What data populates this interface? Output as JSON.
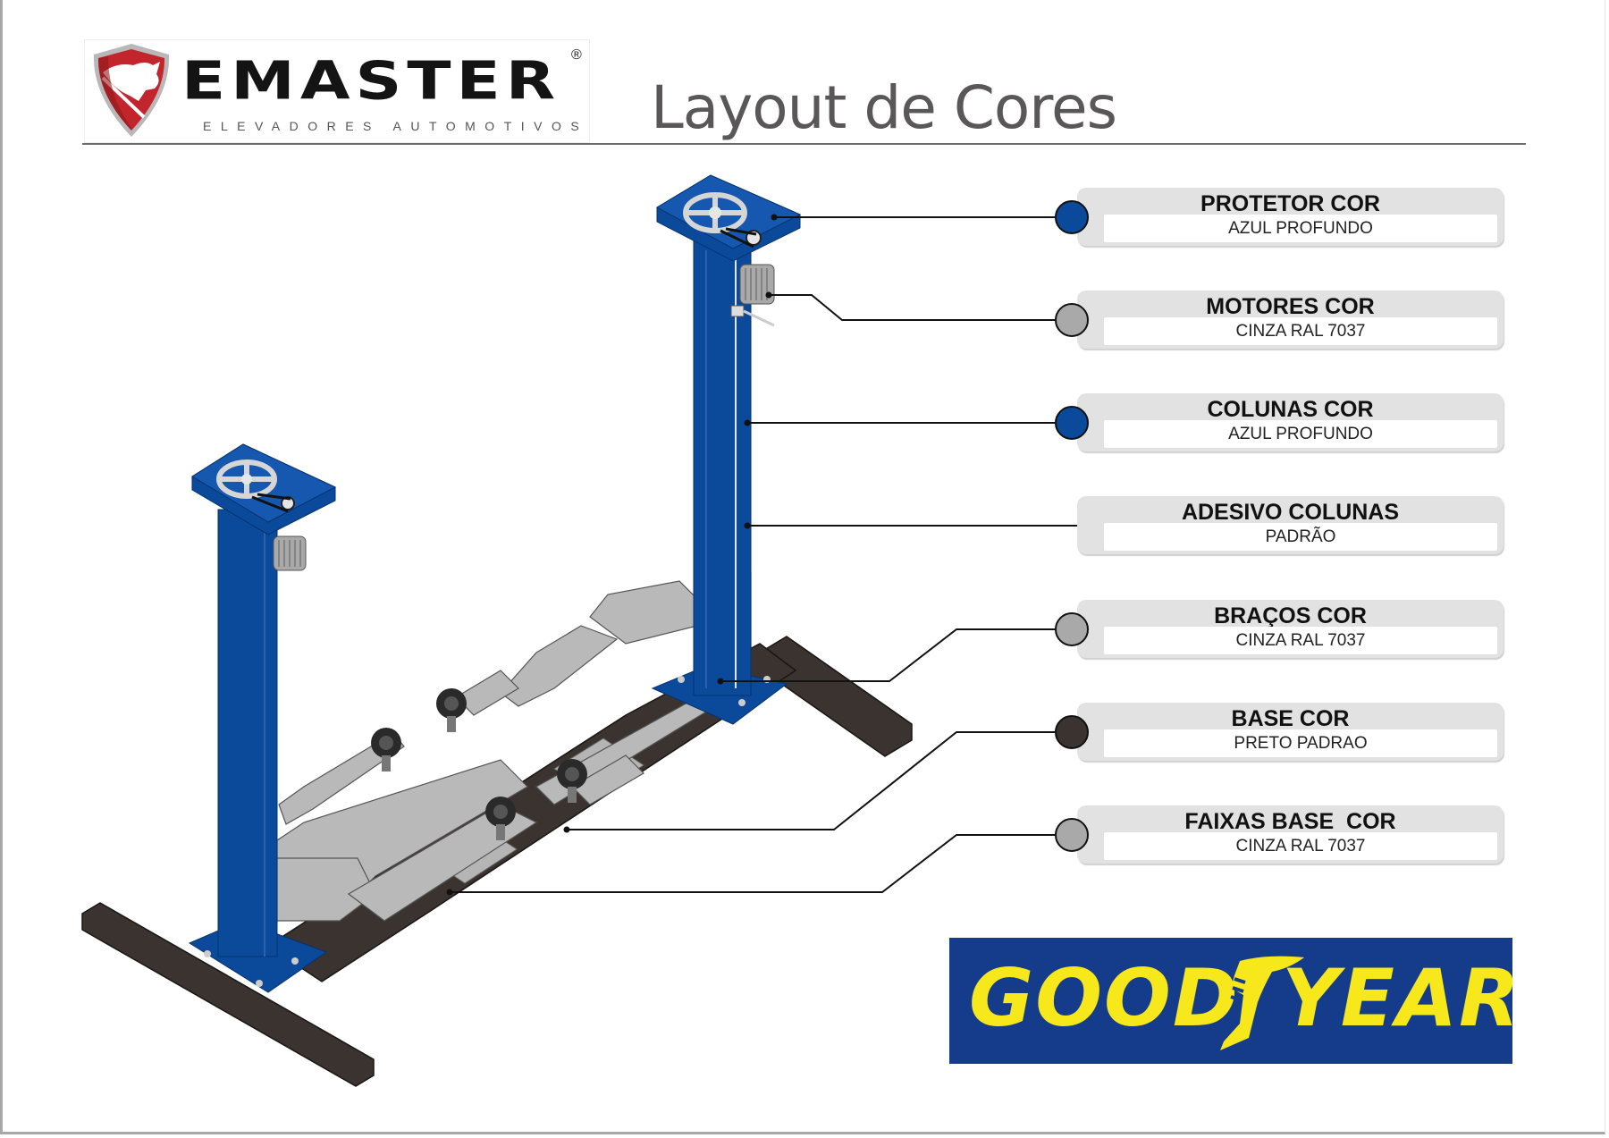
{
  "header": {
    "brand_name": "EMASTER",
    "brand_registered": "®",
    "brand_tagline": "ELEVADORES AUTOMOTIVOS",
    "title": "Layout de Cores"
  },
  "colors": {
    "azul_profundo": "#0b4a9a",
    "cinza_ral_7037": "#a9a9a9",
    "preto_padrao": "#3a3330",
    "card_bg": "#e2e2e2",
    "goodyear_blue": "#153c8a",
    "goodyear_yellow": "#f7e81c"
  },
  "legend": [
    {
      "part": "PROTETOR COR",
      "color_name": "AZUL PROFUNDO",
      "swatch": "#0b4a9a",
      "has_swatch": true
    },
    {
      "part": "MOTORES COR",
      "color_name": "CINZA RAL 7037",
      "swatch": "#a9a9a9",
      "has_swatch": true
    },
    {
      "part": "COLUNAS COR",
      "color_name": "AZUL PROFUNDO",
      "swatch": "#0b4a9a",
      "has_swatch": true
    },
    {
      "part": "ADESIVO COLUNAS",
      "color_name": "PADRÃO",
      "swatch": null,
      "has_swatch": false
    },
    {
      "part": "BRAÇOS COR",
      "color_name": "CINZA RAL 7037",
      "swatch": "#a9a9a9",
      "has_swatch": true
    },
    {
      "part": "BASE COR",
      "color_name": "PRETO PADRAO",
      "swatch": "#3a3330",
      "has_swatch": true
    },
    {
      "part": "FAIXAS BASE  COR",
      "color_name": "CINZA RAL 7037",
      "swatch": "#a9a9a9",
      "has_swatch": true
    }
  ],
  "sponsor": {
    "left": "GOOD",
    "right": "YEAR",
    "icon": "winged-foot-icon"
  },
  "illustration": {
    "subject": "two-post-car-lift"
  }
}
